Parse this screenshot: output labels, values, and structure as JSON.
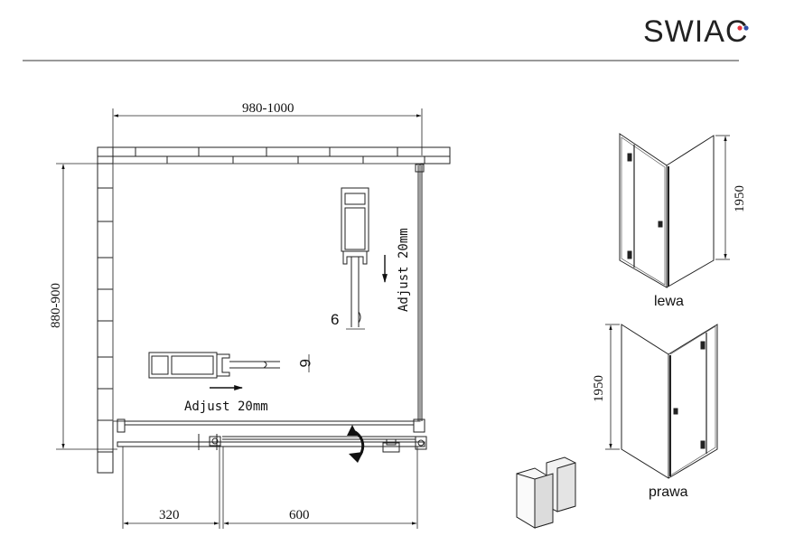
{
  "brand": {
    "name": "SWIAC",
    "dot_colors": [
      "#e8323c",
      "#2f4fa8"
    ]
  },
  "plan": {
    "width_dim": "980-1000",
    "depth_dim": "880-900",
    "adjust_vertical": "Adjust 20mm",
    "adjust_horizontal": "Adjust 20mm",
    "profile_gap_vertical": "6",
    "profile_gap_horizontal": "6",
    "bottom_dim_left": "320",
    "bottom_dim_right": "600"
  },
  "views": {
    "left": {
      "height_dim": "1950",
      "caption": "lewa"
    },
    "right": {
      "height_dim": "1950",
      "caption": "prawa"
    }
  },
  "icons": [
    "brand-dots-icon",
    "arrow-down-icon",
    "arrow-right-icon",
    "rotate-arrow-icon",
    "handle-icon"
  ]
}
